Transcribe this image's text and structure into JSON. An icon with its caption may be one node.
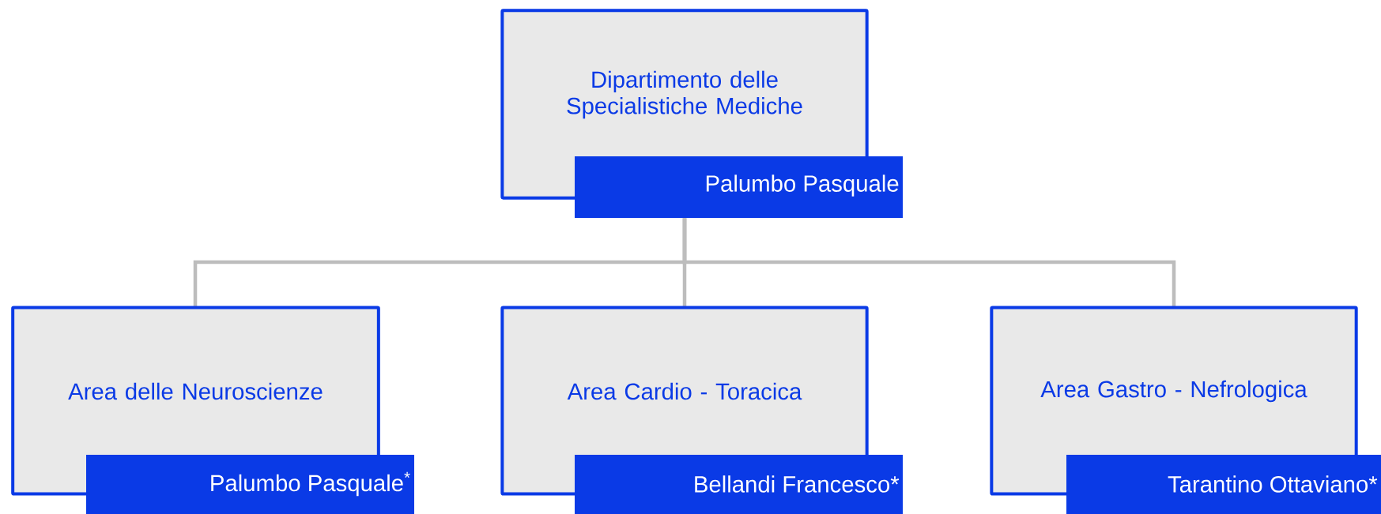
{
  "diagram": {
    "nodes": [
      {
        "text": [
          "Dipartimento delle Specialistiche Mediche",
          "Palumbo Pasquale"
        ]
      },
      {
        "text": [
          "Area delle Neuroscienze",
          "Palumbo Pasquale$^{*}$"
        ]
      },
      {
        "text": [
          "Area Cardio - Toracica",
          "Bellandi Francesco*"
        ]
      },
      {
        "text": [
          "Area Gastro - Nefrologica",
          "Tarantino Ottaviano*"
        ]
      }
    ],
    "edges": [
      {
        "from": 0,
        "to": 1,
        "arrow": "none"
      },
      {
        "from": 0,
        "to": 2,
        "arrow": "none"
      },
      {
        "from": 0,
        "to": 3,
        "arrow": "none"
      }
    ]
  }
}
